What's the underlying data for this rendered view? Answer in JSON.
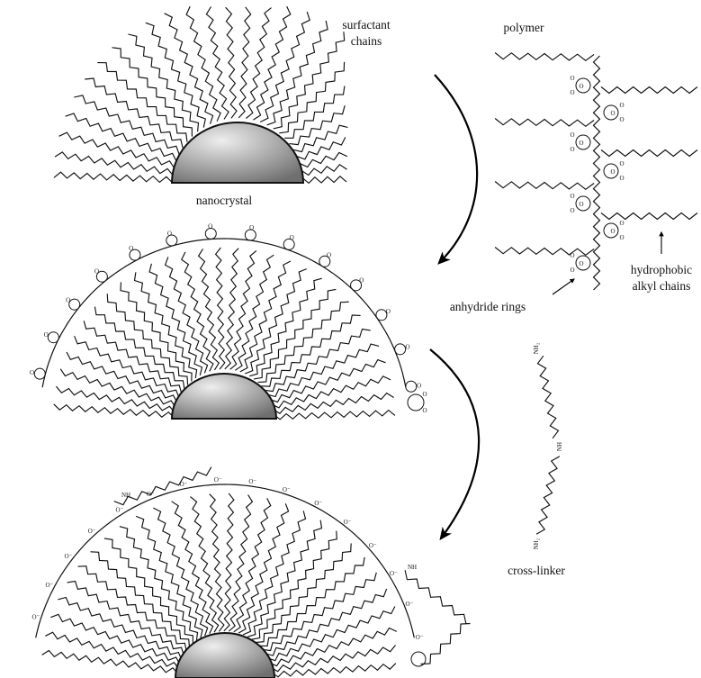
{
  "labels": {
    "surfactant": [
      "surfactant",
      "chains"
    ],
    "polymer": "polymer",
    "nanocrystal": "nanocrystal",
    "hydrophobic": [
      "hydrophobic",
      "alkyl chains"
    ],
    "anhydride": "anhydride rings",
    "crosslinker": "cross-linker"
  },
  "chem_text": {
    "nh2": "NH₂",
    "nh": "NH",
    "o": "O",
    "o_minus": "O⁻"
  },
  "colors": {
    "ink": "#111111",
    "sphere_light": "#eeeeee",
    "sphere_dark": "#6f6f6f"
  }
}
